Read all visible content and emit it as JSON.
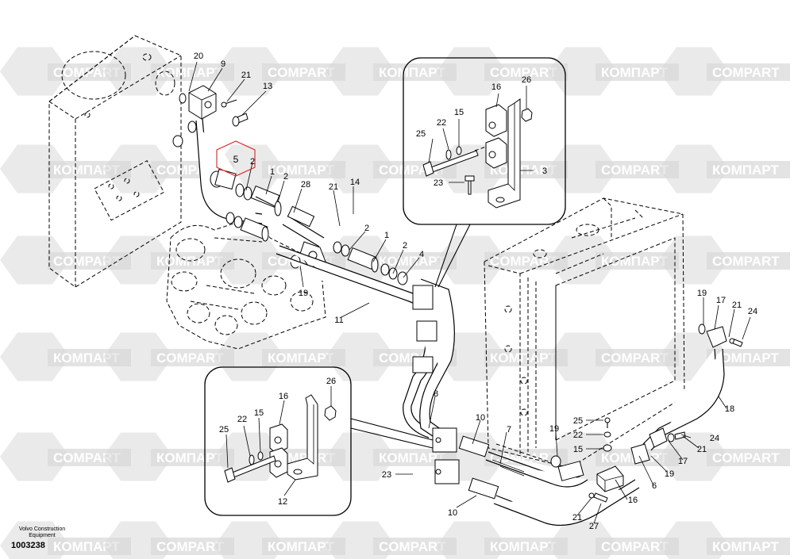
{
  "watermark": {
    "text_latin": "COMPART",
    "text_cyrillic": "КОМПАРТ",
    "color": "#d9d9d9"
  },
  "footer": {
    "maker": "Volvo Construction Equipment",
    "code": "1003238"
  },
  "highlight_color": "#e02020",
  "callouts": {
    "c20": "20",
    "c9": "9",
    "c21a": "21",
    "c13": "13",
    "c5": "5",
    "c1a": "1",
    "c2a": "2",
    "c28": "28",
    "c21b": "21",
    "c14": "14",
    "c2b": "2",
    "c1b": "1",
    "c2c": "2",
    "c4": "4",
    "c19a": "19",
    "c11": "11",
    "ins1_16": "16",
    "ins1_26": "26",
    "ins1_15": "15",
    "ins1_22": "22",
    "ins1_25": "25",
    "ins1_3": "3",
    "ins1_23": "23",
    "ins2_16": "16",
    "ins2_26": "26",
    "ins2_15": "15",
    "ins2_22": "22",
    "ins2_25": "25",
    "ins2_12": "12",
    "c8": "8",
    "c10a": "10",
    "c7": "7",
    "c19b": "19",
    "c23": "23",
    "c10b": "10",
    "c25": "25",
    "c22": "22",
    "c15": "15",
    "c6": "6",
    "c16": "16",
    "c21c": "21",
    "c27": "27",
    "c19c": "19",
    "c17a": "17",
    "c21d": "21",
    "c24a": "24",
    "c18": "18",
    "c24b": "24",
    "c21e": "21",
    "c17b": "17",
    "c19d": "19"
  }
}
